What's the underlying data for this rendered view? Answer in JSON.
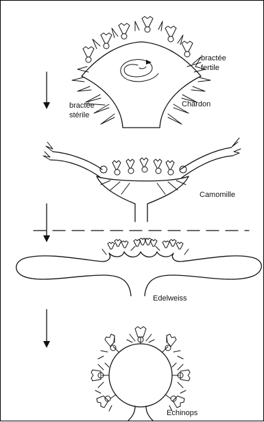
{
  "labels": {
    "bract_fertile_line1": "bractée",
    "bract_fertile_line2": "fertile",
    "bract_sterile_line1": "bractée",
    "bract_sterile_line2": "stérile",
    "chardon": "Chardon",
    "camomille": "Camomille",
    "edelweiss": "Edelweiss",
    "echinops": "Echinops"
  }
}
